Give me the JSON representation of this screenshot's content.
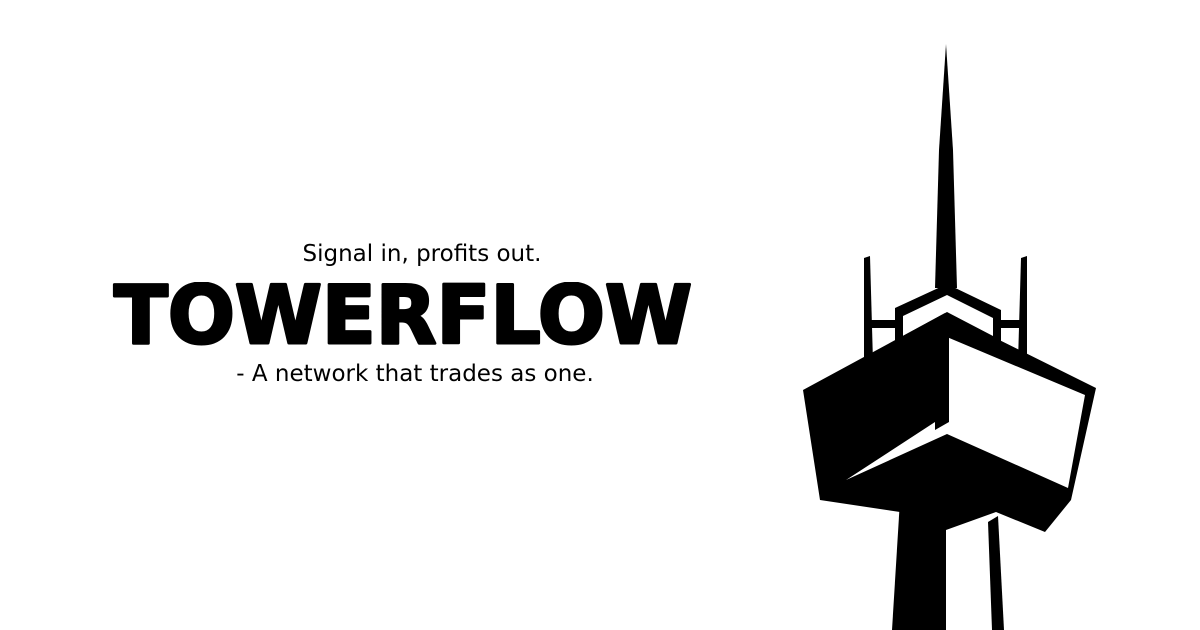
{
  "banner": {
    "tagline": "Signal in, profits out.",
    "brand_name": "TOWERFLOW",
    "subtitle": "- A network that trades as one.",
    "logo_icon": "radio-tower-icon"
  },
  "colors": {
    "background": "#ffffff",
    "ink": "#000000"
  }
}
